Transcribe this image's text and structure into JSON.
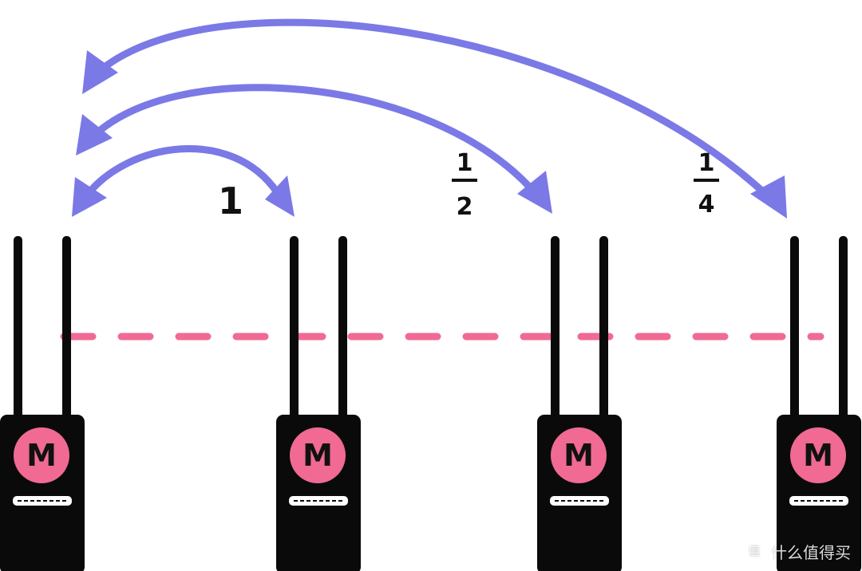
{
  "diagram": {
    "labels": {
      "hop1": "1",
      "hop2_num": "1",
      "hop2_den": "2",
      "hop3_num": "1",
      "hop3_den": "4"
    },
    "device_badge": "M",
    "colors": {
      "arrow": "#7b79e6",
      "link": "#f06a93",
      "device": "#0a0a0a",
      "badge": "#f06a93",
      "badge_text": "#111111",
      "screen": "#ffffff"
    }
  },
  "watermark": {
    "logo": "值",
    "text": "什么值得买"
  }
}
